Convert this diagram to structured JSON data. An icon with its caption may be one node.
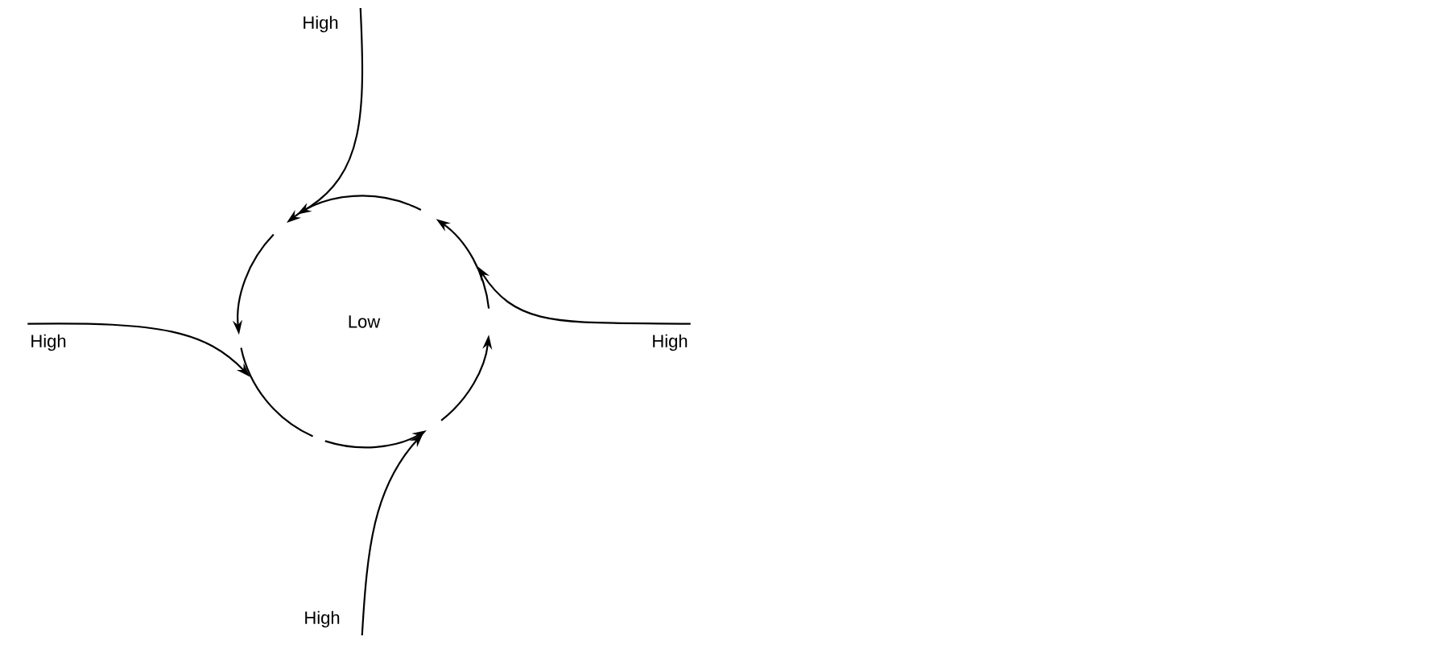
{
  "diagram": {
    "nodes": [
      {
        "text": [
          "High"
        ]
      },
      {
        "text": [
          "High"
        ]
      },
      {
        "text": [
          "Low"
        ]
      },
      {
        "text": [
          "High"
        ]
      },
      {
        "text": [
          "High"
        ]
      }
    ],
    "edges": [
      {
        "from": 0,
        "to": 2,
        "arrow": "to"
      },
      {
        "from": 1,
        "to": 2,
        "arrow": "to"
      },
      {
        "from": 3,
        "to": 2,
        "arrow": "to"
      },
      {
        "from": 4,
        "to": 2,
        "arrow": "to"
      }
    ]
  }
}
